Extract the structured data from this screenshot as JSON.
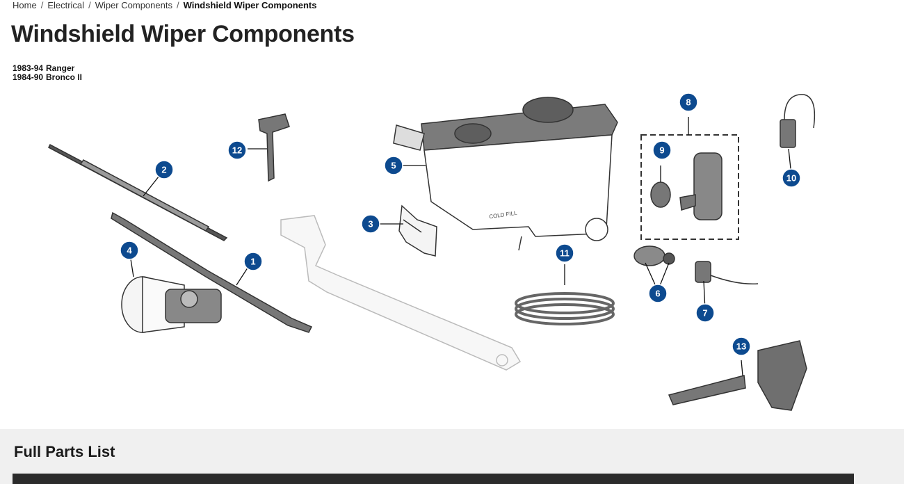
{
  "breadcrumb": {
    "items": [
      "Home",
      "Electrical",
      "Wiper Components"
    ],
    "current": "Windshield Wiper Components",
    "separator": "/"
  },
  "page_title": "Windshield Wiper Components",
  "fitment": [
    {
      "years": "1983-94",
      "model": "Ranger"
    },
    {
      "years": "1984-90",
      "model": "Bronco II"
    }
  ],
  "diagram": {
    "callouts": [
      "1",
      "2",
      "3",
      "4",
      "5",
      "6",
      "7",
      "8",
      "9",
      "10",
      "11",
      "12",
      "13"
    ],
    "reservoir_label": "COLD FILL",
    "callout_color": "#0d4a8f"
  },
  "parts_list": {
    "title": "Full Parts List"
  }
}
